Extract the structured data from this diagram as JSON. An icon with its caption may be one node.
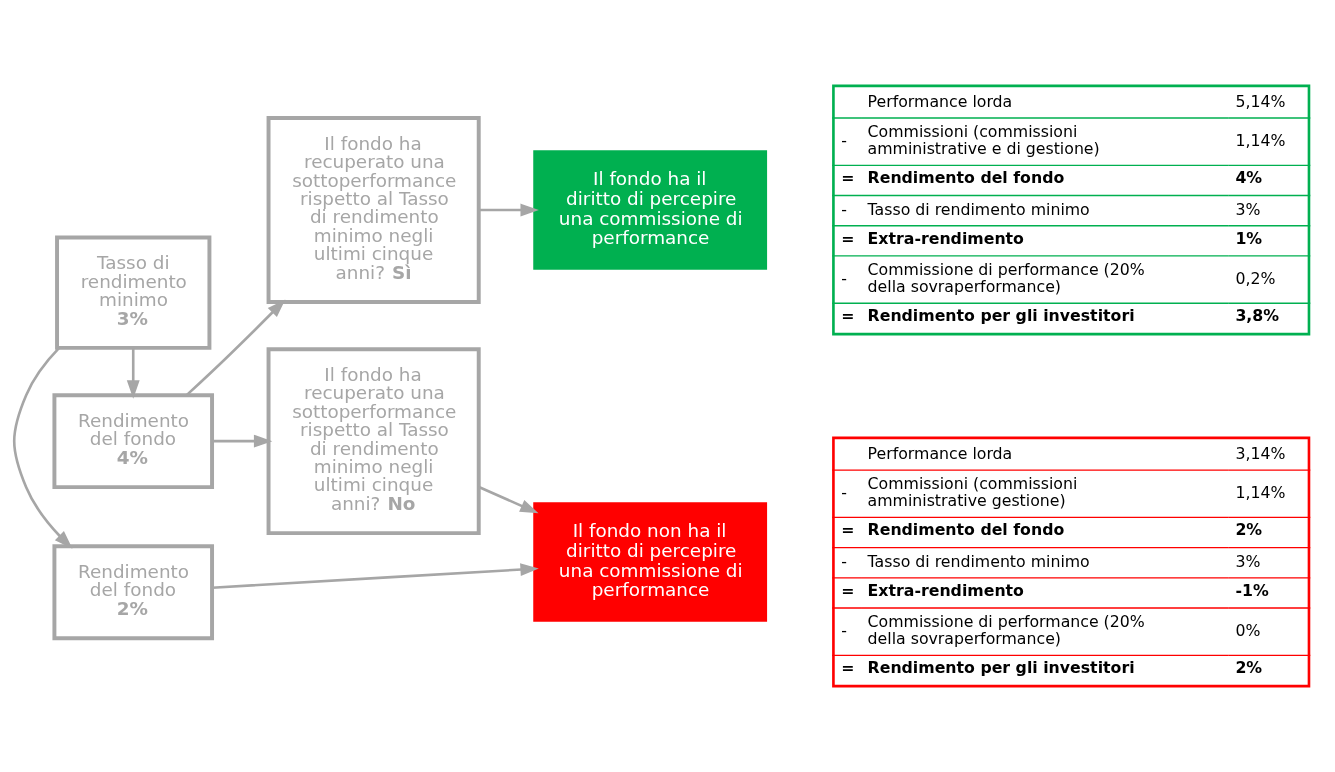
{
  "diagram": {
    "nodes": [
      {
        "text": [
          "Rendimento del fondo",
          "4%"
        ]
      },
      {
        "text": [
          "Tasso di rendimento minimo",
          "3%"
        ]
      },
      {
        "text": [
          "Rendimento del fondo",
          "2%"
        ]
      },
      {
        "text": [
          "Il fondo ha recuperato una sottoperformance rispetto al Tasso di rendimento minimo negli ultimi cinque anni? **Sì**"
        ]
      },
      {
        "text": [
          "Il fondo ha il diritto di percepire una commissione di performance"
        ]
      },
      {
        "text": [
          "Il fondo ha recuperato una sottoperformance rispetto al Tasso di rendimento minimo negli ultimi cinque anni? **No**"
        ]
      },
      {
        "text": [
          "Il fondo non ha il diritto di percepire una commissione di performance"
        ]
      }
    ],
    "edges": [
      {
        "from": 1,
        "to": 0,
        "arrow": "to"
      },
      {
        "from": 1,
        "to": 2,
        "arrow": "to"
      },
      {
        "from": 0,
        "to": 3,
        "arrow": "to"
      },
      {
        "from": 0,
        "to": 5,
        "arrow": "to"
      },
      {
        "from": 3,
        "to": 4,
        "arrow": "to"
      },
      {
        "from": 2,
        "to": 6,
        "arrow": "to"
      },
      {
        "from": 5,
        "to": 6,
        "arrow": "to"
      }
    ],
    "labels": [
      "Performance lorda",
      "5,14%",
      "-",
      "Commissioni (commissioni amministrative e di gestione)",
      "1,14%",
      "=",
      "Rendimento del fondo",
      "4%",
      "-",
      "Tasso di rendimento minimo",
      "3%",
      "=",
      "Extra-rendimento",
      "1%",
      "-",
      "Commissione di performance (20% della sovraperformance)",
      "0,2%",
      "=",
      "Rendimento per gli investitori",
      "3,8%",
      "Performance lorda",
      "3,14%",
      "-",
      "Commissioni (commissioni amministrative gestione)",
      "1,14%",
      "=",
      "Rendimento del fondo",
      "2%",
      "-",
      "Tasso di rendimento minimo",
      "3%",
      "=",
      "Extra-rendimento",
      "-1%",
      "-",
      "Commissione di performance (20% della sovraperformance)",
      "0%",
      "=",
      "Rendimento per gli investitori",
      "2%"
    ]
  }
}
